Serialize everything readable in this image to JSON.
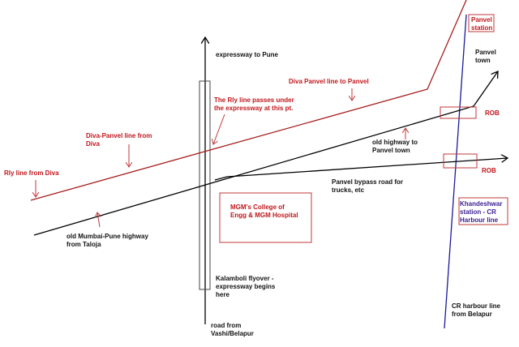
{
  "labels": {
    "expressway_to_pune": "expressway to Pune",
    "rly_passes_line1": "The Rly line passes under",
    "rly_passes_line2": "the expressway at this pt.",
    "diva_panvel_to_panvel": "Diva Panvel line to Panvel",
    "diva_panvel_from_diva_line1": "Diva-Panvel line from",
    "diva_panvel_from_diva_line2": "Diva",
    "rly_from_diva": "Rly line from Diva",
    "panvel_station_line1": "Panvel",
    "panvel_station_line2": "station",
    "panvel_town_line1": "Panvel",
    "panvel_town_line2": "town",
    "rob_upper": "ROB",
    "rob_lower": "ROB",
    "old_highway_line1": "old highway to",
    "old_highway_line2": "Panvel town",
    "bypass_line1": "Panvel bypass road for",
    "bypass_line2": "trucks, etc",
    "mgm_line1": "MGM's College of",
    "mgm_line2": "Engg & MGM Hospital",
    "khandeshwar_line1": "Khandeshwar",
    "khandeshwar_line2": "station - CR",
    "khandeshwar_line3": "Harbour line",
    "old_mumbai_pune_line1": "old Mumbai-Pune highway",
    "old_mumbai_pune_line2": "from Taloja",
    "kalamboli_line1": "Kalamboli flyover -",
    "kalamboli_line2": "expressway begins",
    "kalamboli_line3": "here",
    "road_vashi_line1": "road from",
    "road_vashi_line2": "Vashi/Belapur",
    "cr_harbour_line1": "CR harbour line",
    "cr_harbour_line2": "from Belapur"
  },
  "colors": {
    "railway_diva_panvel": "#a61e1e",
    "railway_harbour": "#1a1a9a",
    "road": "#000000",
    "box_outline": "#c0393b"
  }
}
